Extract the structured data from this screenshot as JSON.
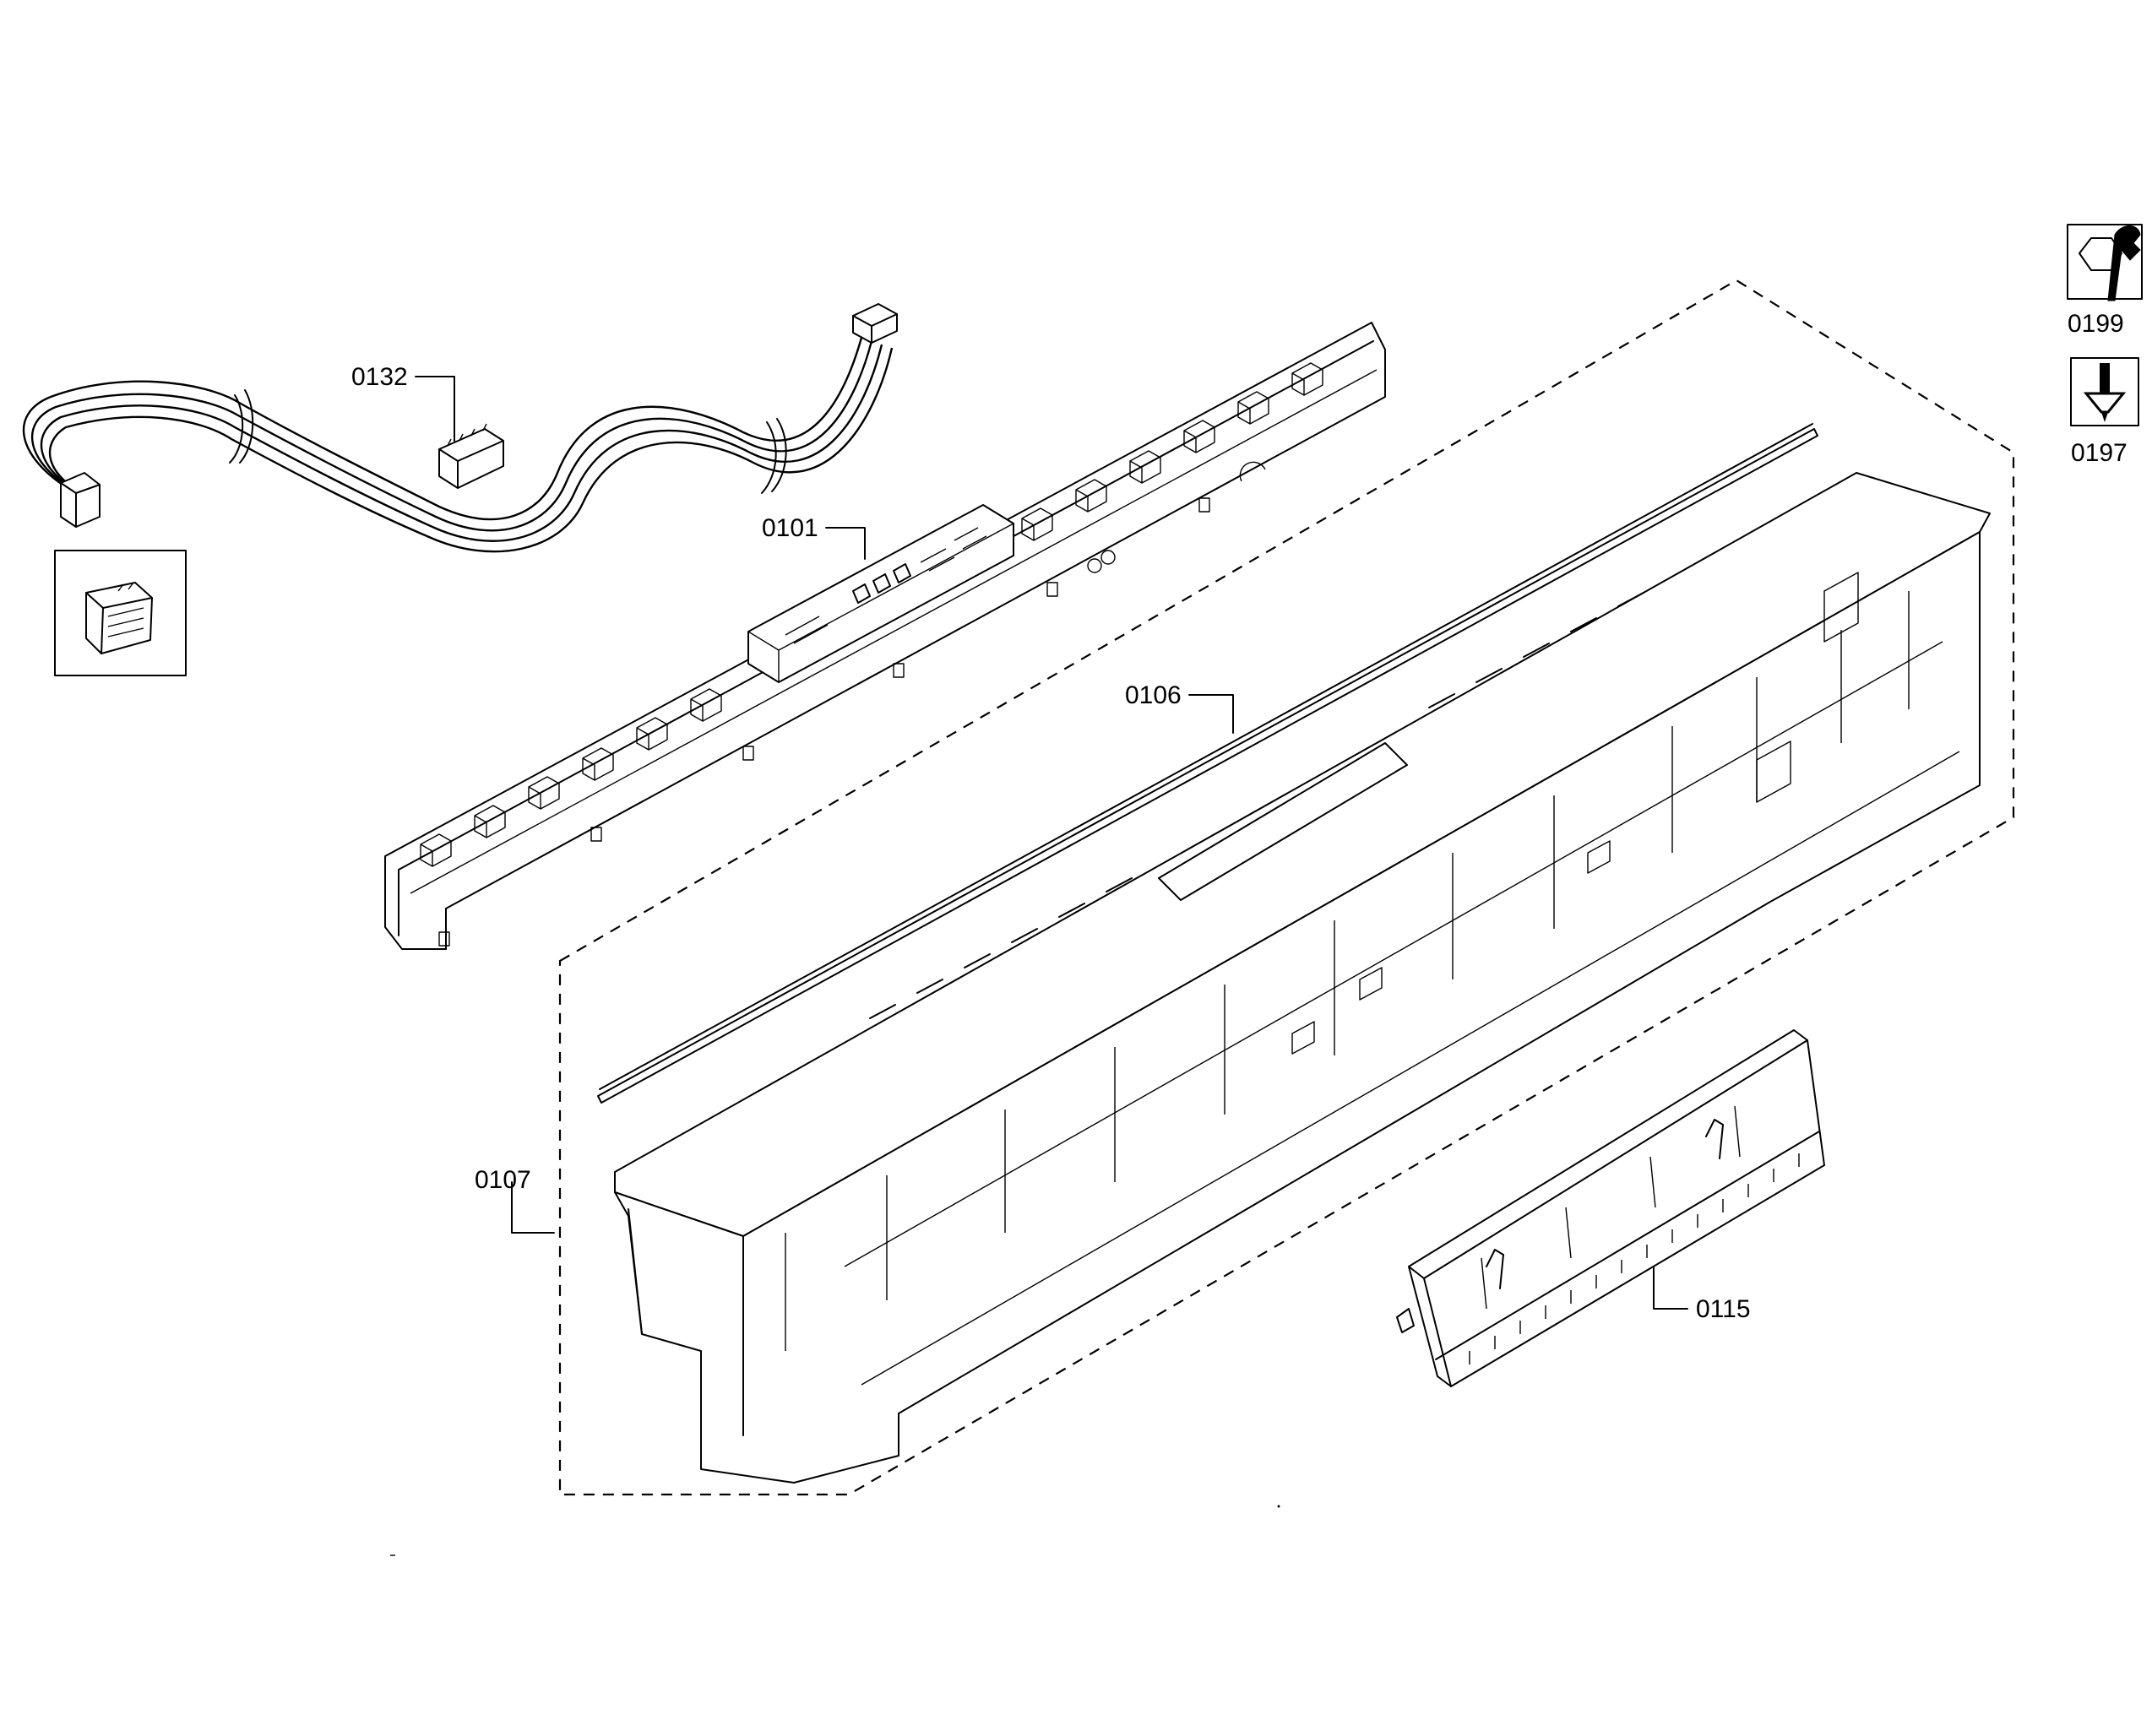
{
  "callouts": {
    "wire_harness": "0132",
    "control_module": "0101",
    "seal_strip": "0106",
    "control_panel": "0107",
    "handle": "0115"
  },
  "tools": {
    "wrench_label": "0199",
    "screwdriver_label": "0197",
    "wrench_icon": "hex-nut-wrench-icon",
    "screwdriver_icon": "torx-screwdriver-icon"
  },
  "colors": {
    "line": "#000000",
    "background": "#ffffff"
  }
}
